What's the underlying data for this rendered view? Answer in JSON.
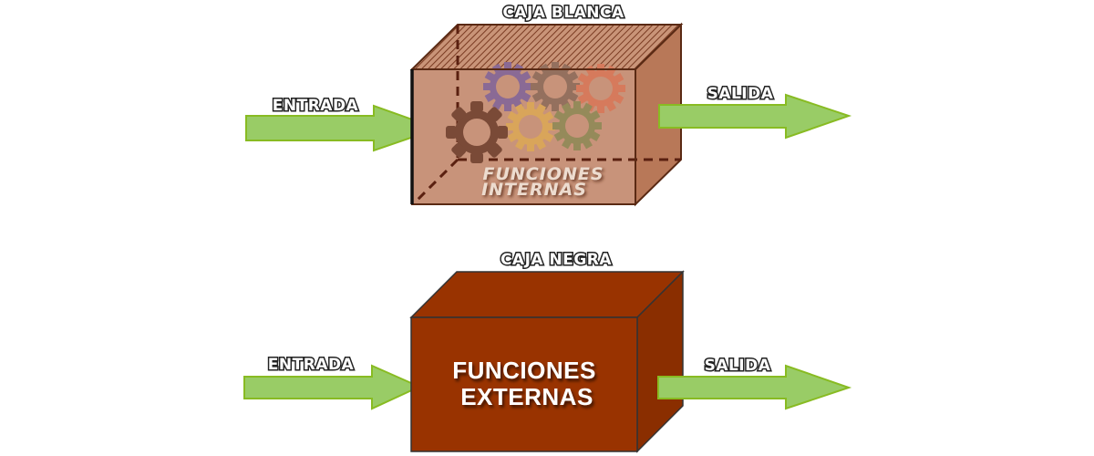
{
  "white_box": {
    "title": "CAJA BLANCA",
    "input_label": "ENTRADA",
    "output_label": "SALIDA",
    "content_line1": "FUNCIONES",
    "content_line2": "INTERNAS",
    "gear_colors": [
      "#7a4a37",
      "#8a6a95",
      "#94705e",
      "#d67a5c",
      "#d9a55a",
      "#958a5a"
    ]
  },
  "black_box": {
    "title": "CAJA NEGRA",
    "input_label": "ENTRADA",
    "output_label": "SALIDA",
    "content_line1": "FUNCIONES",
    "content_line2": "EXTERNAS"
  },
  "colors": {
    "arrow_fill": "#99cc66",
    "arrow_stroke": "#88bb22",
    "white_box_front": "#c8937a",
    "white_box_side": "#b87858",
    "black_box_front": "#993300",
    "black_box_side": "#8a2e00"
  }
}
